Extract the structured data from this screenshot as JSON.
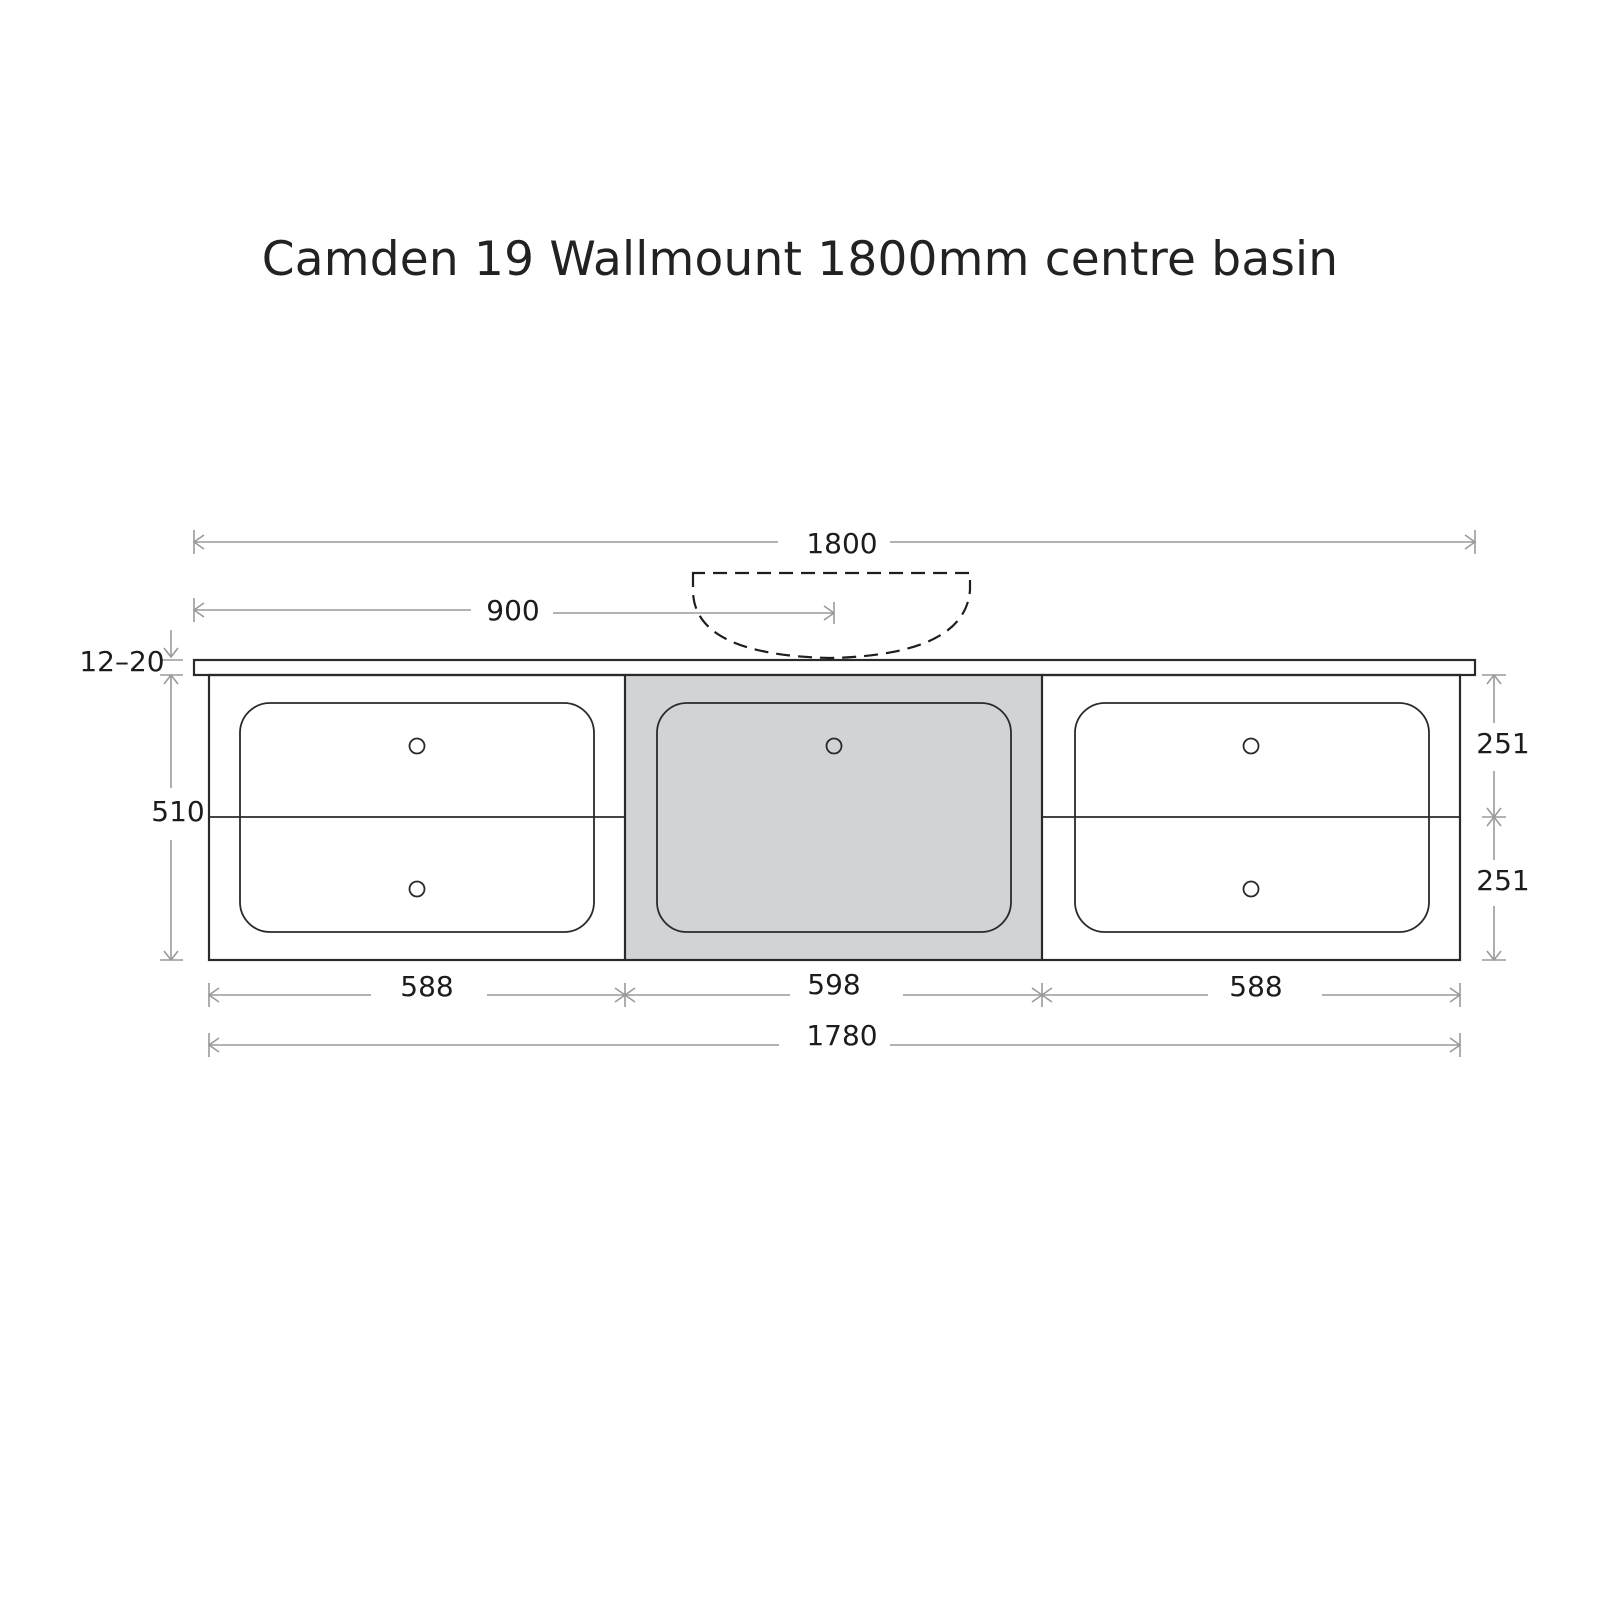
{
  "title": "Camden 19 Wallmount 1800mm centre basin",
  "colors": {
    "line": "#2a2a2a",
    "dimension_line": "#9a9a9a",
    "centre_panel_fill": "#d2d3d5",
    "background": "#ffffff"
  },
  "dimensions": {
    "overall_top_width": "1800",
    "basin_centre_offset": "900",
    "top_thickness": "12–20",
    "cabinet_height": "510",
    "drawer_height_upper": "251",
    "drawer_height_lower": "251",
    "left_section_width": "588",
    "centre_section_width": "598",
    "right_section_width": "588",
    "cabinet_width": "1780"
  },
  "components": {
    "basin": "dashed-outline-basin",
    "sections": [
      "left-double-drawer",
      "centre-door-panel",
      "right-double-drawer"
    ],
    "knobs": 5
  }
}
